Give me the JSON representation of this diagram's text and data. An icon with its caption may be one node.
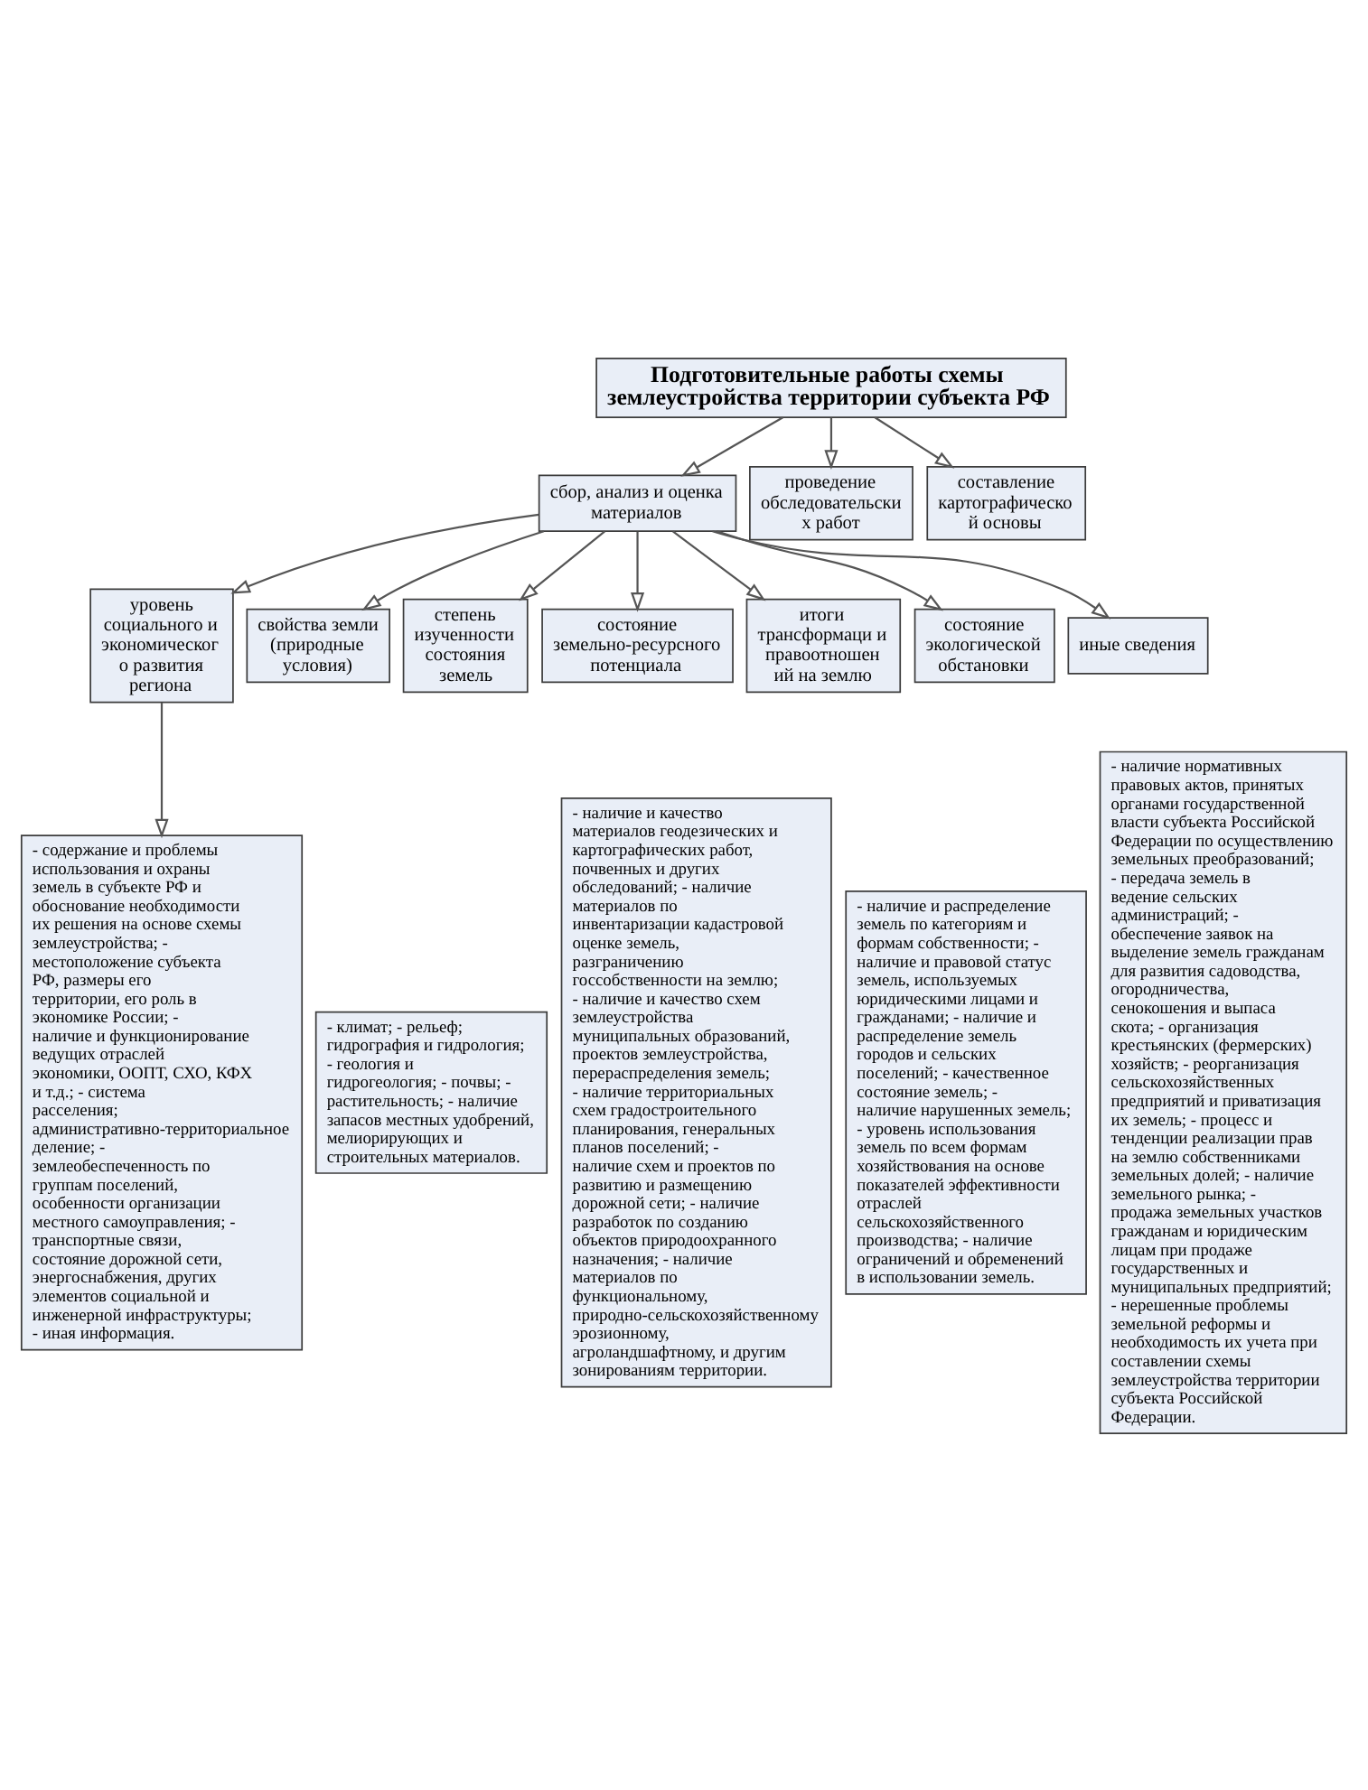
{
  "diagram": {
    "nodes": [
      {
        "text": [
          "Подготовительные работы схемы землеустройства территории субъекта РФ"
        ]
      },
      {
        "text": [
          "сбор, анализ и оценка материалов"
        ]
      },
      {
        "text": [
          "проведение обследовательски х работ"
        ]
      },
      {
        "text": [
          "составление картографическо й основы"
        ]
      },
      {
        "text": [
          "уровень социального и экономическог о развития региона"
        ]
      },
      {
        "text": [
          "свойства земли (природные условия)"
        ]
      },
      {
        "text": [
          "степень изученности состояния земель"
        ]
      },
      {
        "text": [
          "состояние земельно-ресурсного потенциала"
        ]
      },
      {
        "text": [
          "итоги трансформаци и правоотношен ий на землю"
        ]
      },
      {
        "text": [
          "состояние экологической обстановки"
        ]
      },
      {
        "text": [
          "иные сведения"
        ]
      },
      {
        "text": [
          "- содержание и проблемы использования и охраны земель в субъекте РФ и обоснование необходимости их решения на основе схемы землеустройства; - местоположение субъекта РФ, размеры его территории, его роль в экономике России; - наличие и функционирование ведущих отраслей экономики, ООПТ, СХО, КФХ и т.д.; - система расселения; административно-территориальное деление; - землеобеспеченность по группам поселений, особенности организации местного самоуправления; - транспортные связи, состояние дорожной сети, энергоснабжения, других элементов социальной и инженерной инфраструктуры; - иная информация."
        ]
      },
      {
        "text": [
          "- климат; - рельеф; гидрография и гидрология; - геология и гидрогеология; - почвы; - растительность; - наличие запасов местных удобрений, мелиорирующих и строительных материалов."
        ]
      },
      {
        "text": [
          "- наличие и качество материалов геодезических и картографических работ, почвенных и других обследований; - наличие материалов по инвентаризации кадастровой оценке земель, разграничению госсобственности на землю; - наличие и качество схем землеустройства муниципальных образований, проектов землеустройства, перераспределения земель; - наличие территориальных схем градостроительного планирования, генеральных планов поселений; - наличие схем и проектов по развитию и размещению дорожной сети; - наличие разработок по созданию объектов природоохранного назначения; - наличие материалов по функциональному, природно-сельскохозяйственному эрозионному, агроландшафтному, и другим зонированиям территории."
        ]
      },
      {
        "text": [
          "- наличие и распределение земель по категориям и формам собственности; - наличие и правовой статус земель, используемых юридическими лицами и гражданами; - наличие и распределение земель городов и сельских поселений; - качественное состояние земель; - наличие нарушенных земель; - уровень использования земель по всем формам хозяйствования на основе показателей эффективности отраслей сельскохозяйственного производства; - наличие ограничений и обременений в использовании земель."
        ]
      },
      {
        "text": [
          "- наличие нормативных правовых актов, принятых органами государственной власти субъекта Российской Федерации по осуществлению земельных преобразований; - передача земель в ведение сельских администраций; - обеспечение заявок на выделение земель гражданам для развития садоводства, огородничества, сенокошения и выпаса скота; - организация крестьянских (фермерских) хозяйств; - реорганизация сельскохозяйственных предприятий и приватизация их земель; - процесс и тенденции реализации прав на землю собственниками земельных долей; - наличие земельного рынка; - продажа земельных участков гражданам и юридическим лицам при продаже государственных и муниципальных предприятий; - нерешенные проблемы земельной реформы и необходимость их учета при составлении схемы землеустройства территории субъекта Российской Федерации."
        ]
      }
    ],
    "edges": [
      {
        "from": 0,
        "to": 1,
        "arrow": "to"
      },
      {
        "from": 0,
        "to": 2,
        "arrow": "to"
      },
      {
        "from": 0,
        "to": 3,
        "arrow": "to"
      },
      {
        "from": 1,
        "to": 4,
        "arrow": "to"
      },
      {
        "from": 1,
        "to": 5,
        "arrow": "to"
      },
      {
        "from": 1,
        "to": 6,
        "arrow": "to"
      },
      {
        "from": 1,
        "to": 7,
        "arrow": "to"
      },
      {
        "from": 1,
        "to": 8,
        "arrow": "to"
      },
      {
        "from": 1,
        "to": 9,
        "arrow": "to"
      },
      {
        "from": 1,
        "to": 10,
        "arrow": "to"
      },
      {
        "from": 4,
        "to": 11,
        "arrow": "to"
      }
    ]
  }
}
